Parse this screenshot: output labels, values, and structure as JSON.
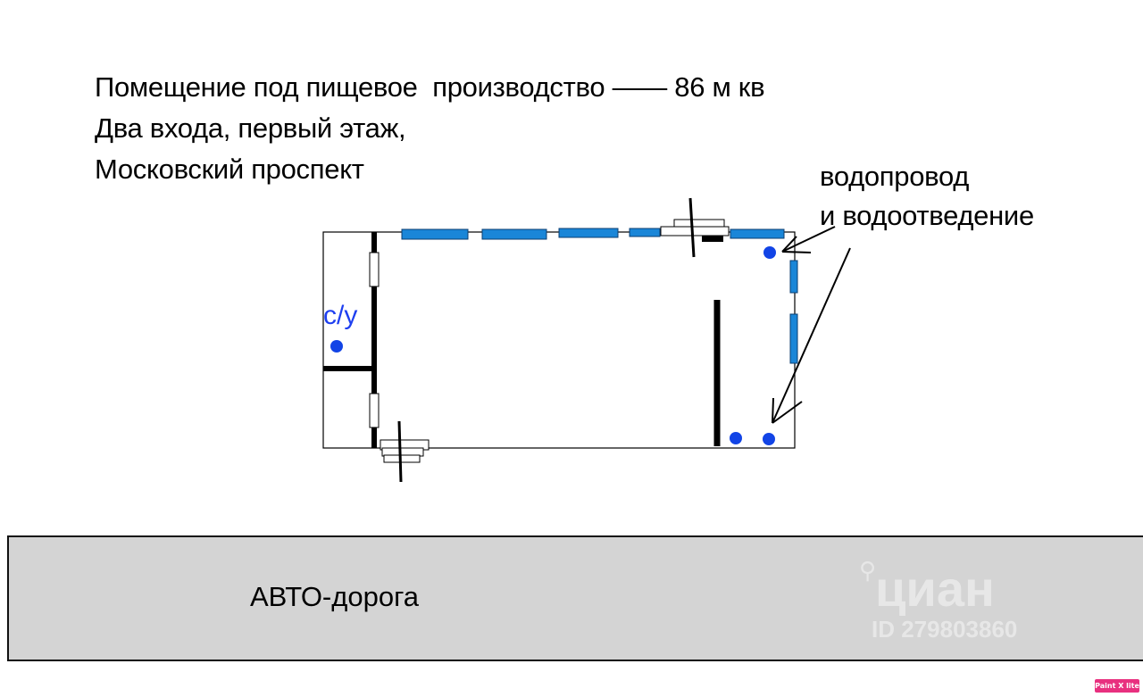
{
  "heading": {
    "line1": "Помещение под пищевое  производство —— 86 м кв",
    "line2": "Два входа, первый этаж,",
    "line3": "Московский проспект"
  },
  "plan": {
    "bathroom_label": "с/у",
    "utilities_label_line1": "водопровод",
    "utilities_label_line2": "и водоотведение"
  },
  "road": {
    "label": "АВТО-дорога"
  },
  "watermark": {
    "brand": "циан",
    "id": "ID 279803860"
  },
  "badge": {
    "label": "Paint X lite"
  },
  "colors": {
    "window": "#1a86d8",
    "water_point": "#1244e6",
    "road": "#d4d4d4",
    "label_blue": "#1e3ff0"
  }
}
